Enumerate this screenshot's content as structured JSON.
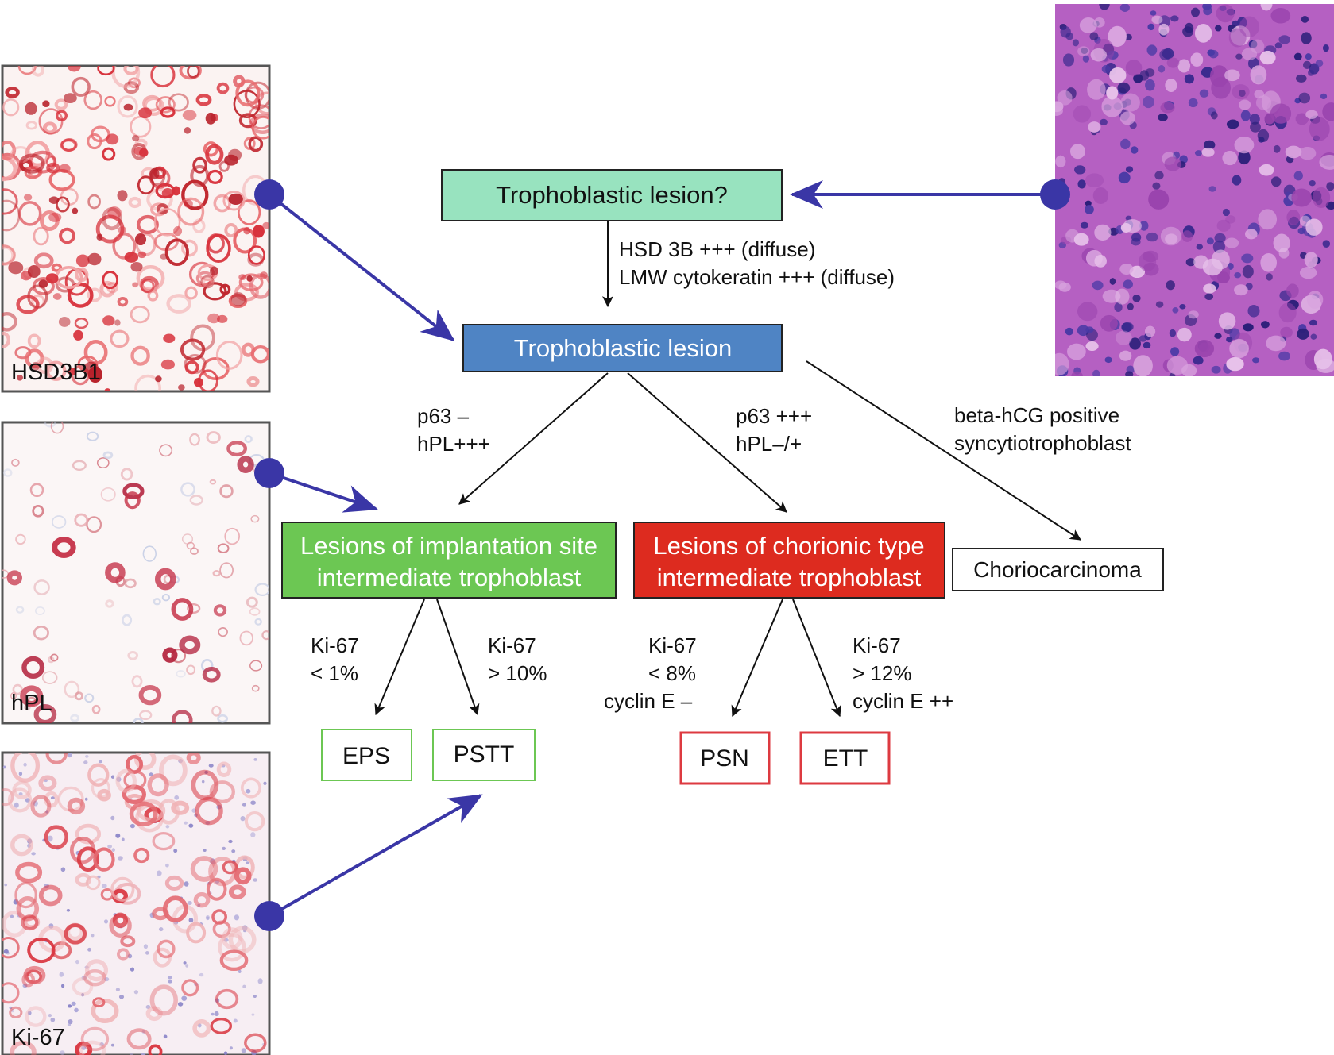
{
  "panels": {
    "hsd3b1_label": "HSD3B1",
    "hpl_label": "hPL",
    "ki67_label": "Ki-67"
  },
  "nodes": {
    "question": "Trophoblastic lesion?",
    "lesion": "Trophoblastic lesion",
    "implantation_line1": "Lesions of implantation site",
    "implantation_line2": "intermediate trophoblast",
    "chorionic_line1": "Lesions of chorionic type",
    "chorionic_line2": "intermediate trophoblast",
    "choriocarcinoma": "Choriocarcinoma",
    "eps": "EPS",
    "pstt": "PSTT",
    "psn": "PSN",
    "ett": "ETT"
  },
  "edge_labels": {
    "hsd_line1": "HSD 3B +++ (diffuse)",
    "hsd_line2": "LMW cytokeratin  +++ (diffuse)",
    "left_line1": "p63 –",
    "left_line2": "hPL+++",
    "mid_line1": "p63 +++",
    "mid_line2": "hPL–/+",
    "right_line1": "beta-hCG positive",
    "right_line2": "syncytiotrophoblast",
    "eps_line1": "Ki-67",
    "eps_line2": "< 1%",
    "pstt_line1": "Ki-67",
    "pstt_line2": "> 10%",
    "psn_line1": "Ki-67",
    "psn_line2": "< 8%",
    "psn_line3": "cyclin E –",
    "ett_line1": "Ki-67",
    "ett_line2": "> 12%",
    "ett_line3": "cyclin E ++"
  },
  "colors": {
    "question_fill": "#98e3bf",
    "lesion_fill": "#4f84c4",
    "implantation_fill": "#6cc753",
    "chorionic_fill": "#dd2b1f",
    "green_border": "#6cc753",
    "red_border": "#dd3a40",
    "pointer": "#3a36a6",
    "stain_red": "#d8323c",
    "he_purple": "#b05cbf"
  }
}
